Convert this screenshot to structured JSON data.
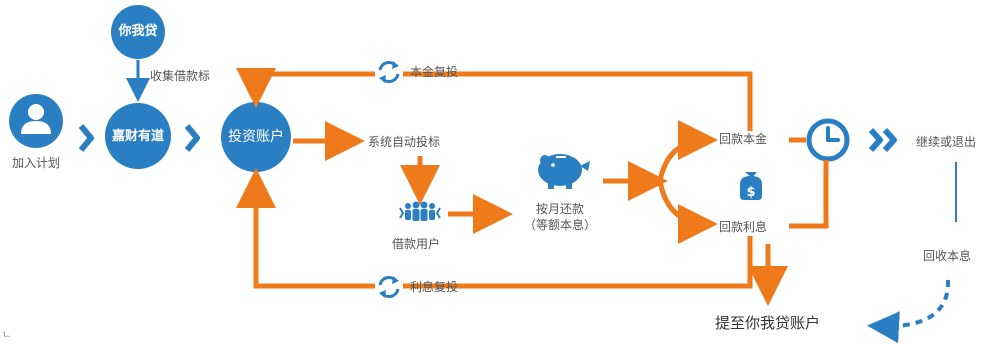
{
  "colors": {
    "blue": "#2a7fc3",
    "orange": "#ef7a1c",
    "gray_text": "#555555"
  },
  "nodes": {
    "brand_top": "你我贷",
    "join_plan": "加入计划",
    "jiacai": "嘉财有道",
    "invest_account": "投资账户",
    "auto_bid": "系统自动投标",
    "borrowers": "借款用户",
    "monthly_repay_line1": "按月还款",
    "monthly_repay_line2": "（等额本息）",
    "return_principal": "回款本金",
    "return_interest": "回款利息",
    "continue_or_exit": "继续或退出",
    "recover_principal_interest": "回收本息",
    "withdraw": "提至你我贷账户"
  },
  "flows": {
    "collect_loans": "收集借款标",
    "principal_reinvest": "本金复投",
    "interest_reinvest": "利息复投"
  },
  "icons": [
    "user-icon",
    "chevron-right-icon",
    "refresh-icon",
    "people-icon",
    "piggy-bank-icon",
    "money-bag-icon",
    "clock-icon",
    "double-chevron-right-icon"
  ],
  "footer_mark": "ㄴ"
}
